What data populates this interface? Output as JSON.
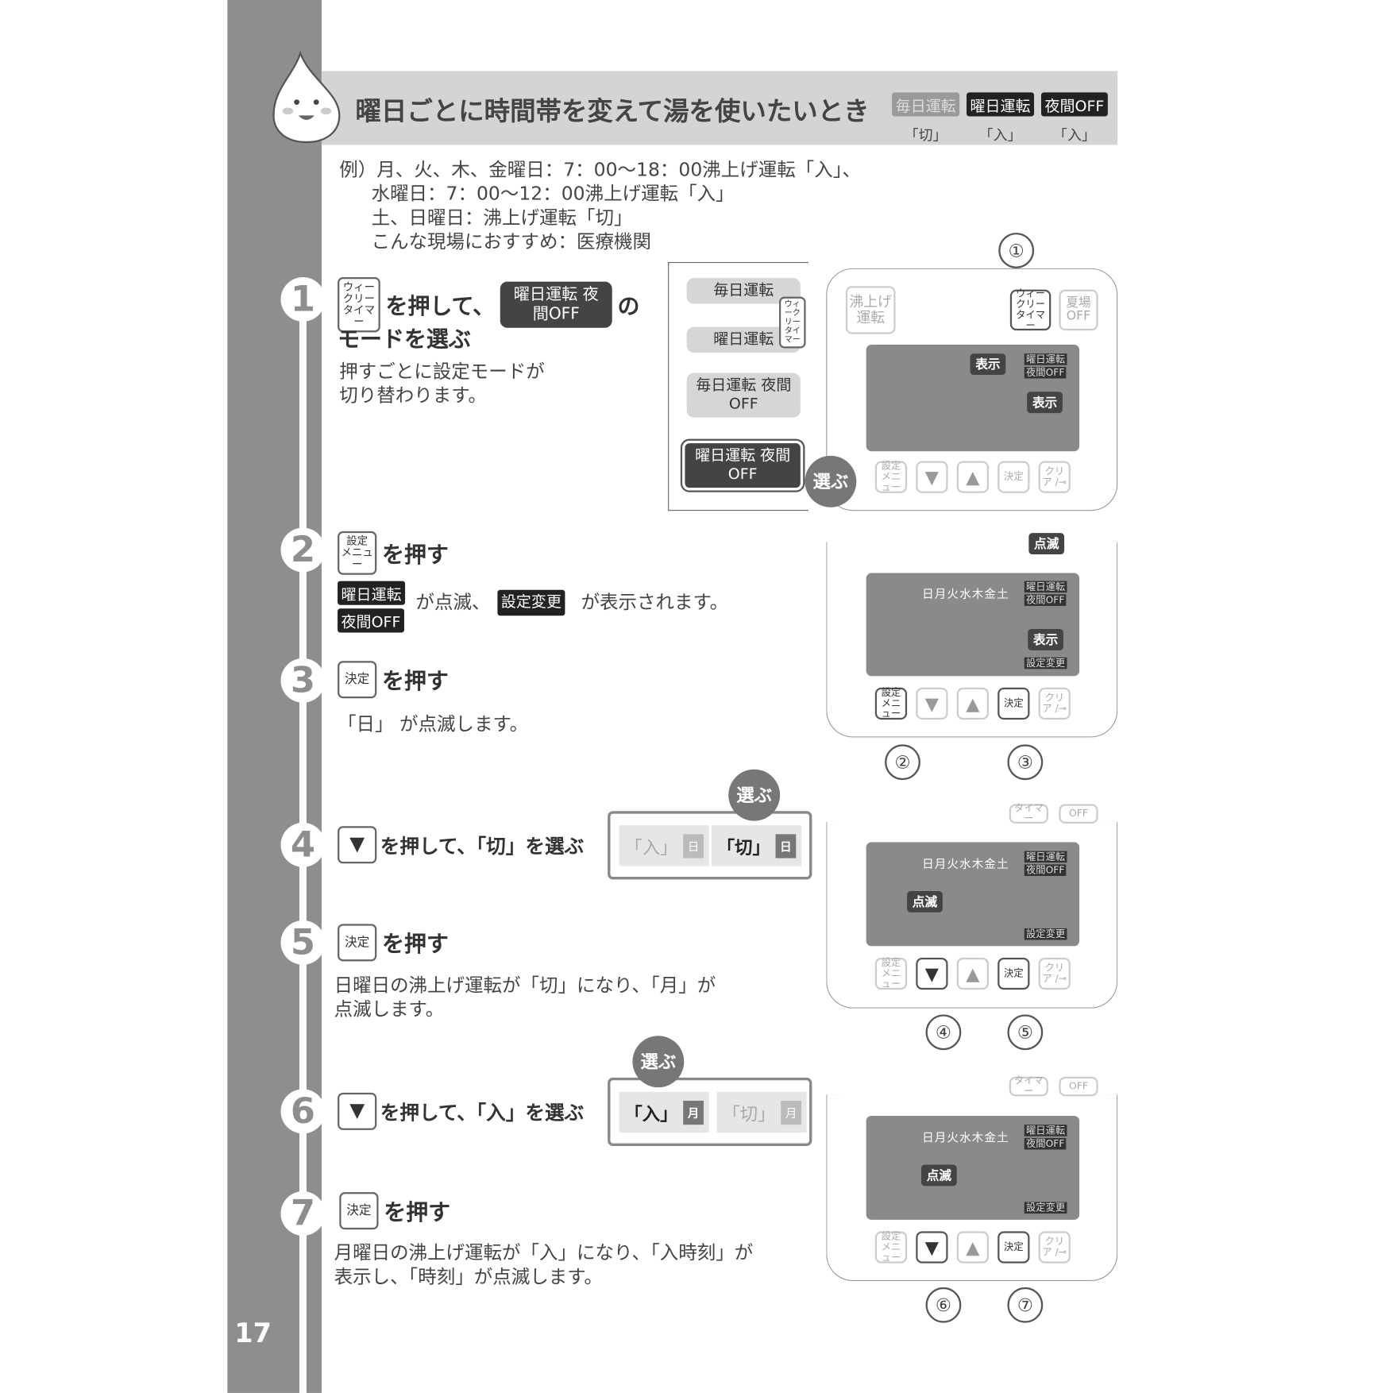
{
  "page_number": "17",
  "title": "曜日ごとに時間帯を変えて湯を使いたいとき",
  "mode_badges": [
    {
      "label": "毎日運転",
      "state": "「切」"
    },
    {
      "label": "曜日運転",
      "state": "「入」"
    },
    {
      "label": "夜間OFF",
      "state": "「入」"
    }
  ],
  "example": [
    "例）月、火、木、金曜日：7：00～18：00沸上げ運転「入」、",
    "水曜日：7：00～12：00沸上げ運転「入」",
    "土、日曜日：沸上げ運転「切」",
    "こんな現場におすすめ：医療機関"
  ],
  "steps": [
    {
      "num": "1",
      "key": "ウィークリー タイマー",
      "head_a": "を押して、",
      "pill": "曜日運転 夜間OFF",
      "head_b": "の",
      "head_c": "モードを選ぶ",
      "desc": [
        "押すごとに設定モードが",
        "切り替わります。"
      ]
    },
    {
      "num": "2",
      "key": "設定 メニュー",
      "head": "を押す",
      "desc_a": "が点滅、",
      "badge_a1": "曜日運転",
      "badge_a2": "夜間OFF",
      "badge_b": "設定変更",
      "desc_b": "が表示されます。"
    },
    {
      "num": "3",
      "key": "決定",
      "head": "を押す",
      "desc": "「日」 が点滅します。"
    },
    {
      "num": "4",
      "key": "▼",
      "head": "を押して、「切」を選ぶ"
    },
    {
      "num": "5",
      "key": "決定",
      "head": "を押す",
      "desc": [
        "日曜日の沸上げ運転が「切」になり、「月」が",
        "点滅します。"
      ]
    },
    {
      "num": "6",
      "key": "▼",
      "head": "を押して、「入」を選ぶ"
    },
    {
      "num": "7",
      "key": "決定",
      "head": "を押す",
      "desc": [
        "月曜日の沸上げ運転が「入」になり、「入時刻」が",
        "表示し、「時刻」が点滅します。"
      ]
    }
  ],
  "flow": [
    "毎日運転",
    "曜日運転",
    "毎日運転 夜間OFF",
    "曜日運転 夜間OFF"
  ],
  "flow_key": "ウィークリー タイマー",
  "erabu": "選ぶ",
  "remote": {
    "boil": "沸上げ 運転",
    "weekly": "ウィークリー タイマー",
    "summer": "夏場 OFF",
    "setting": "設定 メニュー",
    "down": "▼",
    "up": "▲",
    "ok": "決定",
    "clear": "クリア /⊸",
    "display": "表示",
    "blink": "点滅",
    "days": "日月火水木金土",
    "lcd_a": "曜日運転",
    "lcd_b": "夜間OFF",
    "lcd_c": "設定変更",
    "timer_frag": "タイマー",
    "off_frag": "OFF"
  },
  "hands": [
    "①",
    "②",
    "③",
    "④",
    "⑤",
    "⑥",
    "⑦"
  ],
  "select4": [
    {
      "label": "「入」",
      "day": "日"
    },
    {
      "label": "「切」",
      "day": "日"
    }
  ],
  "select6": [
    {
      "label": "「入」",
      "day": "月"
    },
    {
      "label": "「切」",
      "day": "月"
    }
  ]
}
